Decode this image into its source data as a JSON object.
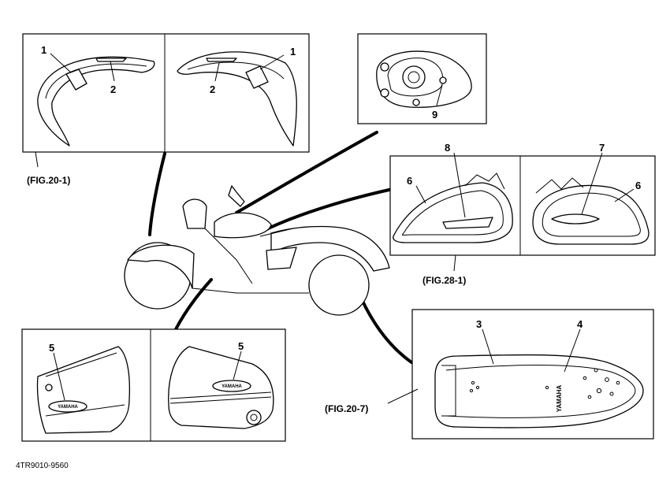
{
  "figures": {
    "fig_20_1": "(FIG.20-1)",
    "fig_28_1": "(FIG.28-1)",
    "fig_20_7": "(FIG.20-7)"
  },
  "callouts": {
    "c1_left": "1",
    "c2_left": "2",
    "c2_right": "2",
    "c1_right": "1",
    "c9": "9",
    "c6_left": "6",
    "c8": "8",
    "c7": "7",
    "c6_right": "6",
    "c5_left": "5",
    "c5_right": "5",
    "c3": "3",
    "c4": "4"
  },
  "emblem_text": {
    "side_cover_left": "YAMAHA",
    "side_cover_right": "YAMAHA",
    "seat_brand": "YAMAHA"
  },
  "diagram_code": "4TR9010-9560"
}
